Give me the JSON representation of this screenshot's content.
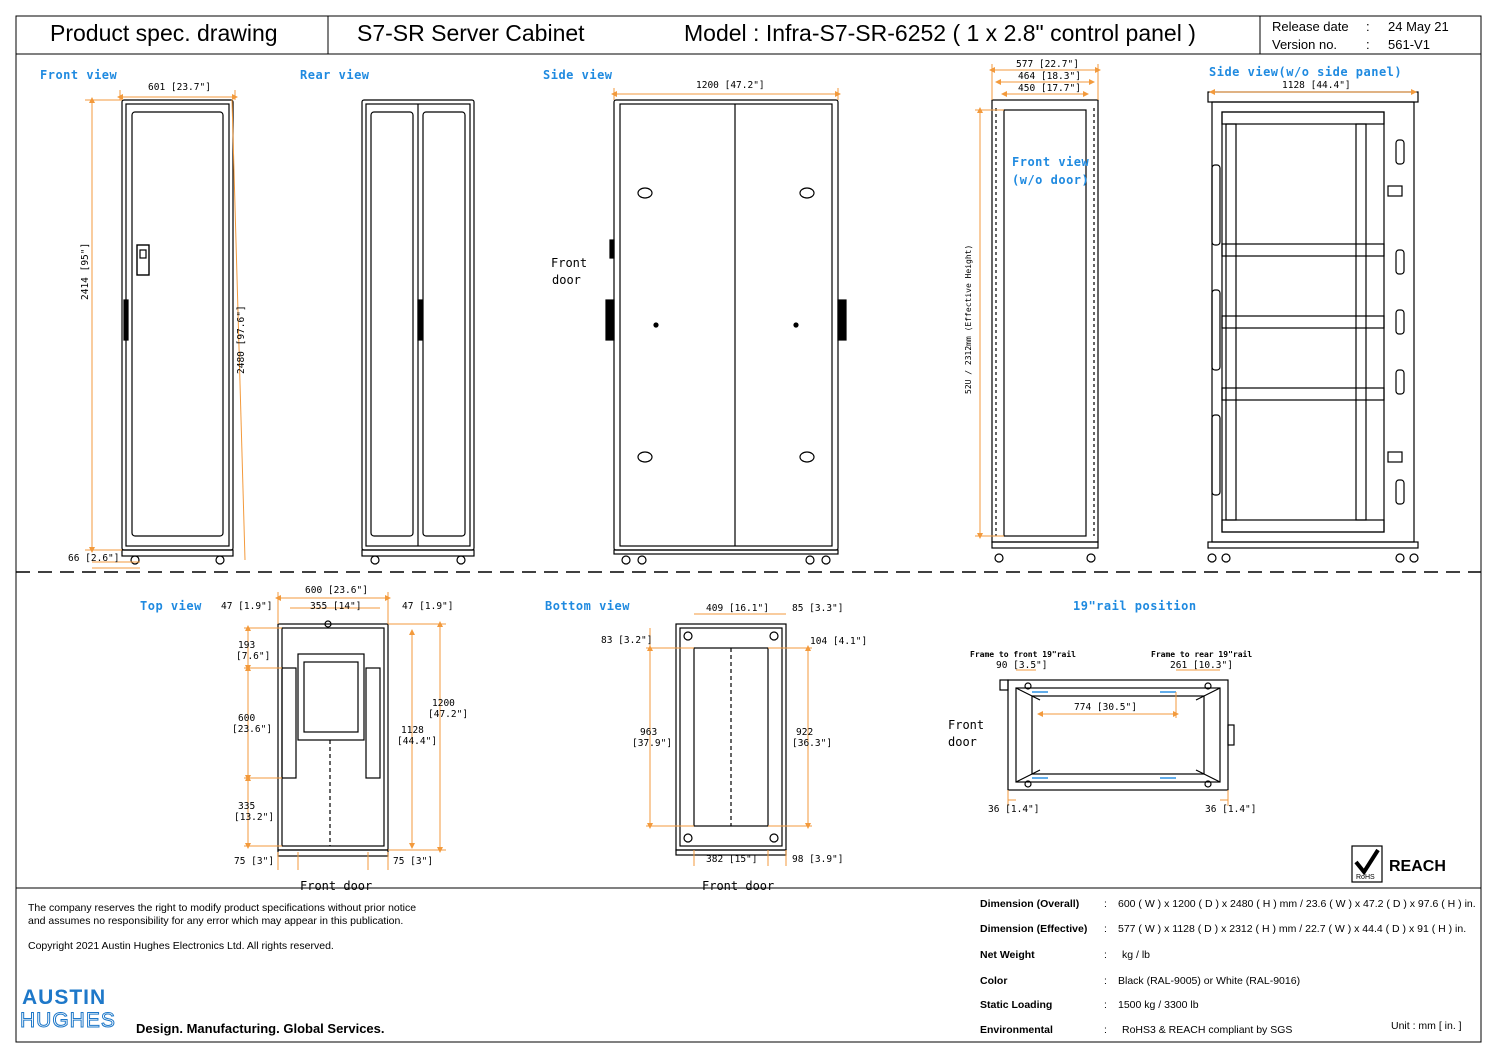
{
  "header": {
    "doc_type": "Product spec. drawing",
    "product": "S7-SR Server Cabinet",
    "model": "Model : Infra-S7-SR-6252   ( 1 x 2.8\" control panel )",
    "release_label": "Release date",
    "release_sep": ":",
    "release_value": "24 May 21",
    "version_label": "Version no.",
    "version_sep": ":",
    "version_value": "561-V1"
  },
  "views": {
    "front": "Front view",
    "rear": "Rear view",
    "side": "Side view",
    "side_no_panel": "Side view(w/o side panel)",
    "front_no_door": "Front view\n(w/o door)",
    "front_no_door_1": "Front view",
    "front_no_door_2": "(w/o door)",
    "top": "Top view",
    "bottom": "Bottom view",
    "rail": "19\"rail position"
  },
  "dims": {
    "front_width": "601 [23.7\"]",
    "front_height": "2414 [95\"]",
    "front_total_height": "2480 [97.6\"]",
    "front_base": "66 [2.6\"]",
    "side_depth": "1200 [47.2\"]",
    "fnd_w1": "577 [22.7\"]",
    "fnd_w2": "464 [18.3\"]",
    "fnd_w3": "450 [17.7\"]",
    "fnd_height": "52U / 2312mm (Effective Height)",
    "snp_depth": "1128 [44.4\"]",
    "top_width": "600 [23.6\"]",
    "top_left": "47 [1.9\"]",
    "top_mid": "355 [14\"]",
    "top_right": "47 [1.9\"]",
    "top_193": "193",
    "top_193b": "[7.6\"]",
    "top_600": "600",
    "top_600b": "[23.6\"]",
    "top_335": "335",
    "top_335b": "[13.2\"]",
    "top_1200": "1200",
    "top_1200b": "[47.2\"]",
    "top_1128": "1128",
    "top_1128b": "[44.4\"]",
    "top_75l": "75 [3\"]",
    "top_75r": "75 [3\"]",
    "bot_409": "409 [16.1\"]",
    "bot_85": "85 [3.3\"]",
    "bot_83": "83 [3.2\"]",
    "bot_104": "104 [4.1\"]",
    "bot_963": "963",
    "bot_963b": "[37.9\"]",
    "bot_922": "922",
    "bot_922b": "[36.3\"]",
    "bot_382": "382 [15\"]",
    "bot_98": "98 [3.9\"]",
    "rail_front_lbl": "Frame to front 19\"rail",
    "rail_front_val": "90 [3.5\"]",
    "rail_rear_lbl": "Frame to rear 19\"rail",
    "rail_rear_val": "261 [10.3\"]",
    "rail_774": "774 [30.5\"]",
    "rail_36l": "36 [1.4\"]",
    "rail_36r": "36 [1.4\"]"
  },
  "callouts": {
    "front_door_side": "Front\ndoor",
    "front_door_side_1": "Front",
    "front_door_side_2": "door",
    "front_door_top": "Front door",
    "front_door_bottom": "Front door",
    "front_door_rail_1": "Front",
    "front_door_rail_2": "door"
  },
  "footer": {
    "disclaimer_1": "The company reserves the right to modify product specifications without prior notice",
    "disclaimer_2": "and assumes no responsibility for any error which may appear in this publication.",
    "copyright": "Copyright 2021 Austin Hughes Electronics Ltd. All rights reserved.",
    "brand_1": "AUSTIN",
    "brand_2": "HUGHES",
    "tagline": "Design. Manufacturing. Global Services.",
    "reach": "REACH",
    "rohs": "RoHS",
    "unit": "Unit : mm [ in. ]"
  },
  "specs": [
    {
      "key": "Dimension (Overall)",
      "sep": ":",
      "value": "600 ( W ) x 1200 ( D ) x 2480 ( H ) mm / 23.6 ( W ) x 47.2 ( D ) x 97.6 ( H ) in."
    },
    {
      "key": "Dimension (Effective)",
      "sep": ":",
      "value": "577 ( W ) x 1128 ( D ) x 2312 ( H ) mm / 22.7 ( W ) x 44.4 ( D ) x 91 ( H ) in."
    },
    {
      "key": "Net Weight",
      "sep": ":",
      "value": "kg  /  lb"
    },
    {
      "key": "Color",
      "sep": ":",
      "value": "Black (RAL-9005) or White (RAL-9016)"
    },
    {
      "key": "Static Loading",
      "sep": ":",
      "value": "1500 kg / 3300 lb"
    },
    {
      "key": "Environmental",
      "sep": ":",
      "value": "RoHS3 &  REACH compliant by SGS"
    }
  ],
  "colors": {
    "dimension_line": "#f39a3c",
    "view_label": "#1f8ae0",
    "brand": "#1e78c9",
    "outline": "#000000"
  }
}
